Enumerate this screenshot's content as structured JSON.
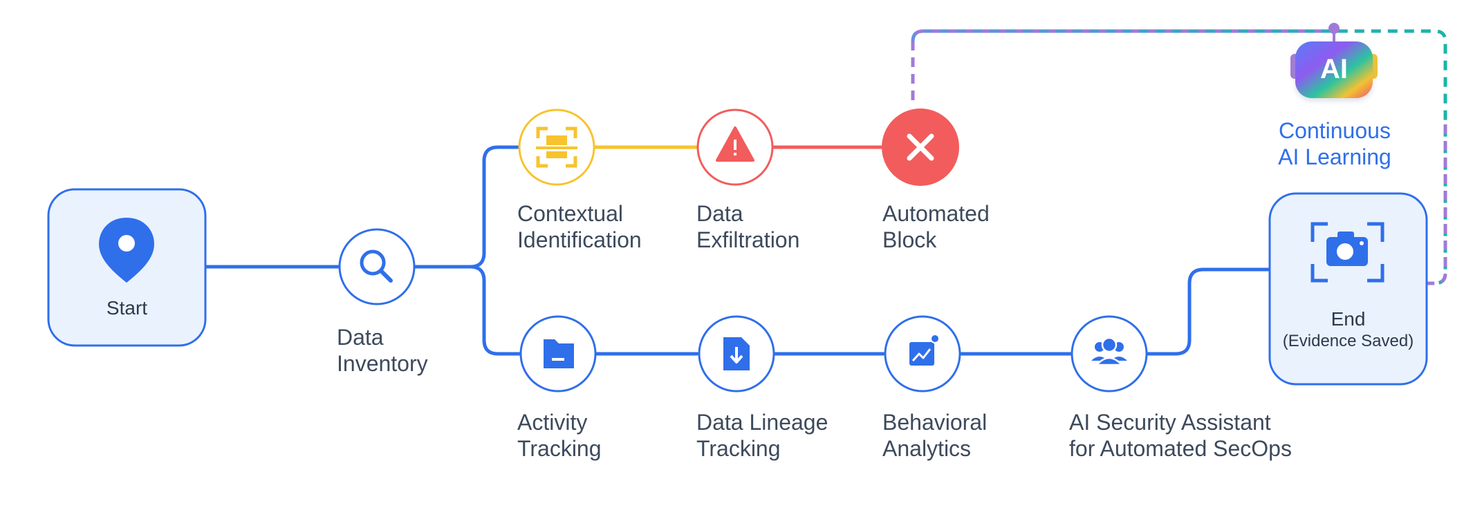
{
  "start": {
    "label": "Start"
  },
  "end": {
    "title": "End",
    "subtitle": "(Evidence Saved)"
  },
  "ai_badge": {
    "text": "AI"
  },
  "ai_learning": {
    "line1": "Continuous",
    "line2": "AI Learning"
  },
  "nodes": {
    "data_inventory": {
      "line1": "Data",
      "line2": "Inventory",
      "icon": "search-icon"
    },
    "contextual_identification": {
      "line1": "Contextual",
      "line2": "Identification",
      "icon": "scan-document-icon"
    },
    "data_exfiltration": {
      "line1": "Data",
      "line2": "Exfiltration",
      "icon": "warning-icon"
    },
    "automated_block": {
      "line1": "Automated",
      "line2": "Block",
      "icon": "close-icon"
    },
    "activity_tracking": {
      "line1": "Activity",
      "line2": "Tracking",
      "icon": "folder-icon"
    },
    "data_lineage_tracking": {
      "line1": "Data Lineage",
      "line2": "Tracking",
      "icon": "file-download-icon"
    },
    "behavioral_analytics": {
      "line1": "Behavioral",
      "line2": "Analytics",
      "icon": "analytics-chart-icon"
    },
    "ai_security_assistant": {
      "line1": "AI Security Assistant",
      "line2": "for Automated SecOps",
      "icon": "users-icon"
    }
  },
  "colors": {
    "blue": "#2f6fea",
    "yellow": "#f7c32e",
    "red": "#f25c5c",
    "box_fill": "#eaf2fd",
    "purple": "#a07ad8",
    "teal": "#19b5a8"
  }
}
